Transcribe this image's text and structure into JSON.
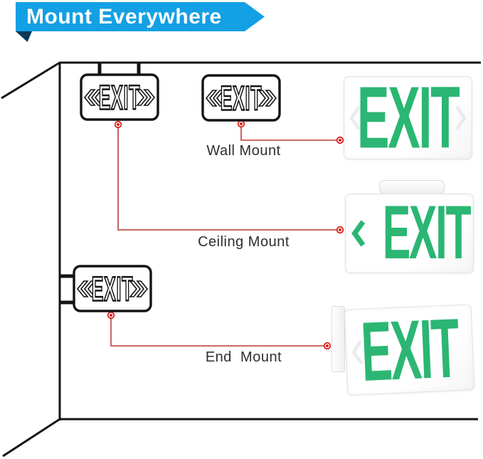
{
  "banner": {
    "title": "Mount Everywhere"
  },
  "colors": {
    "banner_blue": "#14a0e4",
    "banner_fold_navy": "#0d3a5a",
    "exit_green": "#2bb673",
    "connector_line_red": "#c2564f",
    "connector_dot_red": "#e01f1f",
    "outline_black": "#141414"
  },
  "diagram": {
    "exit_text": "EXIT",
    "labels": {
      "wall": "Wall Mount",
      "ceiling": "Ceiling Mount",
      "end": "End  Mount"
    }
  },
  "products": {
    "exit_text": "EXIT"
  }
}
